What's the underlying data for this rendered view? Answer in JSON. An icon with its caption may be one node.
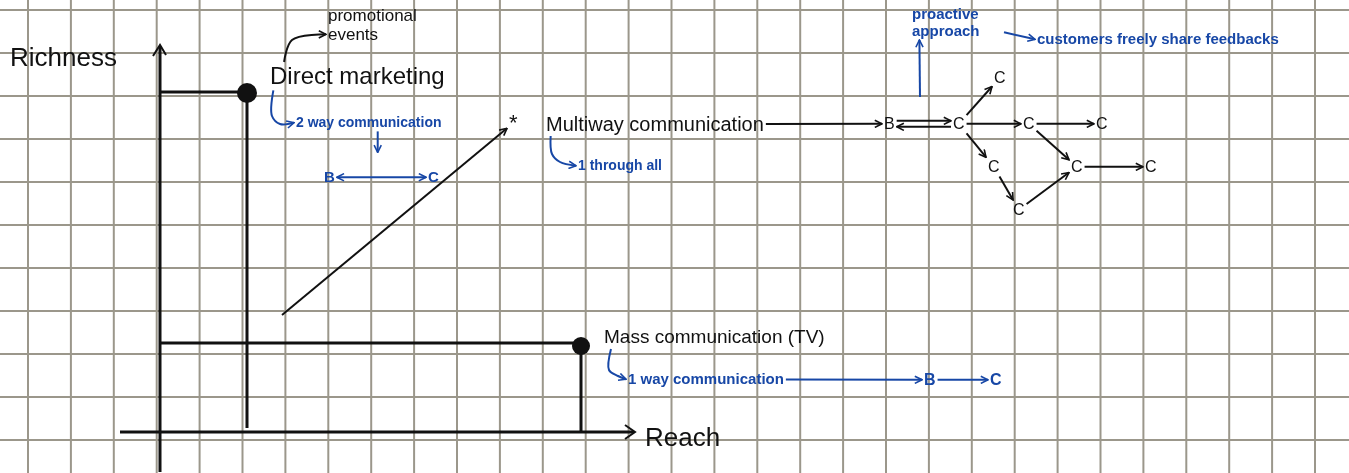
{
  "diagram": {
    "nodes": [
      {
        "text": [
          "Direct marketing"
        ]
      },
      {
        "text": [
          "promotional events"
        ]
      },
      {
        "text": [
          "2 way communication"
        ]
      },
      {
        "text": [
          "B"
        ]
      },
      {
        "text": [
          "C"
        ]
      },
      {
        "text": [
          "*"
        ]
      },
      {
        "text": [
          "Multiway communication"
        ]
      },
      {
        "text": [
          "1 through all"
        ]
      },
      {
        "text": [
          "B"
        ]
      },
      {
        "text": [
          "C"
        ]
      },
      {
        "text": [
          "C"
        ]
      },
      {
        "text": [
          "C"
        ]
      },
      {
        "text": [
          "C"
        ]
      },
      {
        "text": [
          "C"
        ]
      },
      {
        "text": [
          "C"
        ]
      },
      {
        "text": [
          "C"
        ]
      },
      {
        "text": [
          "C"
        ]
      },
      {
        "text": [
          "proactive approach"
        ]
      },
      {
        "text": [
          "customers freely share feedbacks"
        ]
      },
      {
        "text": [
          "Mass communication (TV)"
        ]
      },
      {
        "text": [
          "1 way communication"
        ]
      },
      {
        "text": [
          "B"
        ]
      },
      {
        "text": [
          "C"
        ]
      }
    ],
    "edges": [
      {
        "from": 0,
        "to": 1,
        "arrow": "to"
      },
      {
        "from": 0,
        "to": 2,
        "arrow": "to",
        "color": "#1747a6"
      },
      {
        "from": 2,
        "to": null,
        "arrow": "to",
        "color": "#1747a6"
      },
      {
        "from": 3,
        "to": 4,
        "arrow": "both",
        "color": "#1747a6"
      },
      {
        "from": null,
        "to": 5,
        "arrow": "to"
      },
      {
        "from": 6,
        "to": 7,
        "arrow": "to",
        "color": "#1747a6"
      },
      {
        "from": 6,
        "to": 8,
        "arrow": "to"
      },
      {
        "from": 8,
        "to": 9,
        "arrow": "to"
      },
      {
        "from": 9,
        "to": 8,
        "arrow": "to"
      },
      {
        "from": 9,
        "to": 10,
        "arrow": "to"
      },
      {
        "from": 9,
        "to": 11,
        "arrow": "to"
      },
      {
        "from": 9,
        "to": 13,
        "arrow": "to"
      },
      {
        "from": 11,
        "to": 12,
        "arrow": "to"
      },
      {
        "from": 11,
        "to": 14,
        "arrow": "to"
      },
      {
        "from": 13,
        "to": 16,
        "arrow": "to"
      },
      {
        "from": 16,
        "to": 14,
        "arrow": "to"
      },
      {
        "from": 14,
        "to": 15,
        "arrow": "to"
      },
      {
        "from": null,
        "to": 17,
        "arrow": "to",
        "color": "#1747a6"
      },
      {
        "from": 17,
        "to": 18,
        "arrow": "to",
        "color": "#1747a6"
      },
      {
        "from": 19,
        "to": 20,
        "arrow": "to",
        "color": "#1747a6"
      },
      {
        "from": 20,
        "to": 21,
        "arrow": "to",
        "color": "#1747a6"
      },
      {
        "from": 21,
        "to": 22,
        "arrow": "to",
        "color": "#1747a6"
      }
    ],
    "labels": [
      "Richness",
      "Reach"
    ]
  }
}
